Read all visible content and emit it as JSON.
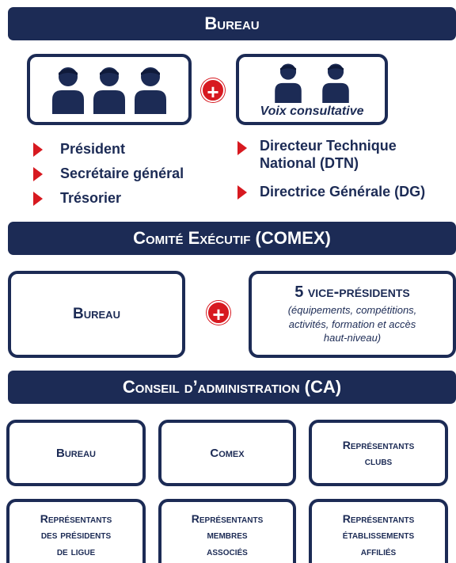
{
  "bureau_title": "Bureau",
  "voix_consultative": "Voix consultative",
  "roles_left": [
    "Président",
    "Secrétaire général",
    "Trésorier"
  ],
  "roles_right": {
    "dtn_line1": "Directeur Technique",
    "dtn_line2": "National (DTN)",
    "dg": "Directrice Générale (DG)"
  },
  "comex_title": "Comité Exécutif (COMEX)",
  "comex_box_bureau": "Bureau",
  "vice_presidents": {
    "title": "5 vice-présidents",
    "note_line1": "(équipements, compétitions,",
    "note_line2": "activités, formation et accès",
    "note_line3": "haut-niveau)"
  },
  "ca_title": "Conseil d’administration (CA)",
  "ca_boxes": [
    {
      "lines": [
        "Bureau"
      ]
    },
    {
      "lines": [
        "Comex"
      ]
    },
    {
      "lines": [
        "Représentants",
        "clubs"
      ]
    },
    {
      "lines": [
        "Représentants",
        "des présidents",
        "de ligue"
      ]
    },
    {
      "lines": [
        "Représentants",
        "membres",
        "associés"
      ]
    },
    {
      "lines": [
        "Représentants",
        "établissements",
        "affiliés"
      ]
    }
  ],
  "plus_symbol": "+",
  "colors": {
    "navy": "#1c2b55",
    "red": "#d71920"
  }
}
